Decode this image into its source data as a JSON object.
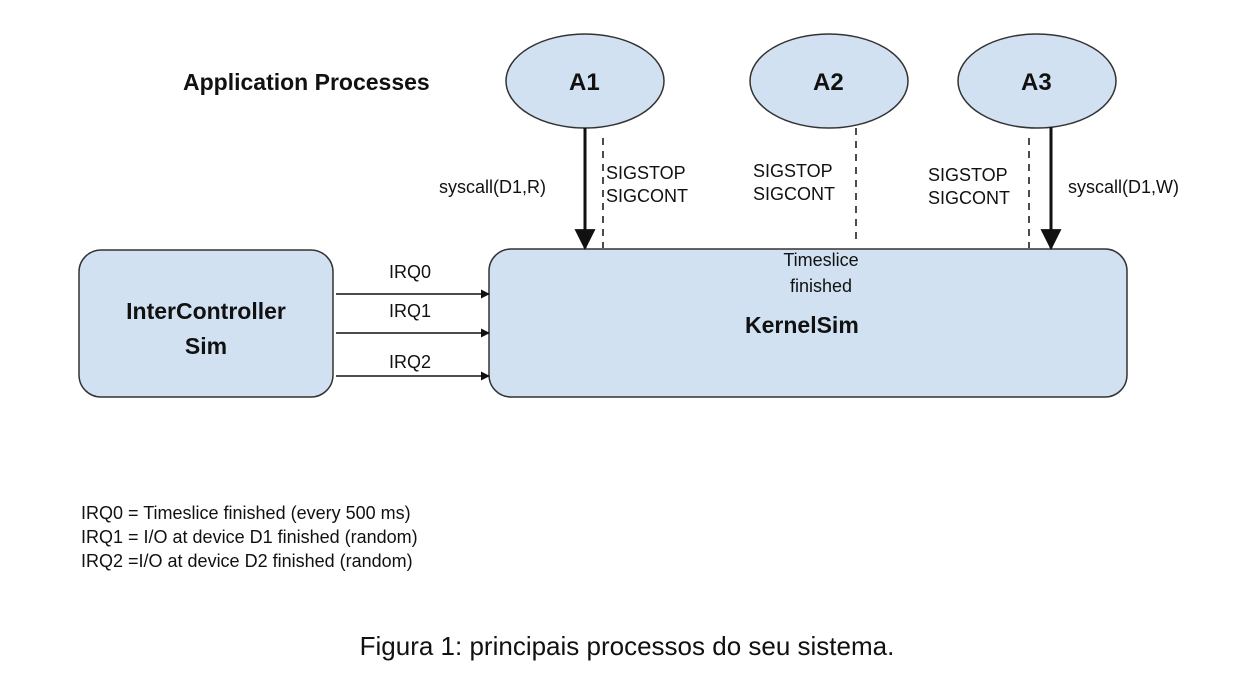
{
  "diagram": {
    "section_label": "Application Processes",
    "processes": [
      {
        "id": "A1",
        "label": "A1"
      },
      {
        "id": "A2",
        "label": "A2"
      },
      {
        "id": "A3",
        "label": "A3"
      }
    ],
    "controller": {
      "line1": "InterController",
      "line2": "Sim"
    },
    "kernel": {
      "label": "KernelSim"
    },
    "edges": {
      "a1_syscall": "syscall(D1,R)",
      "a1_signals": [
        "SIGSTOP",
        "SIGCONT"
      ],
      "a2_signals": [
        "SIGSTOP",
        "SIGCONT"
      ],
      "a3_signals": [
        "SIGSTOP",
        "SIGCONT"
      ],
      "a3_syscall": "syscall(D1,W)",
      "timeslice": [
        "Timeslice",
        "finished"
      ],
      "irqs": [
        "IRQ0",
        "IRQ1",
        "IRQ2"
      ]
    },
    "legend": [
      "IRQ0 = Timeslice finished (every 500 ms)",
      "IRQ1 = I/O at device D1 finished (random)",
      "IRQ2 =I/O at device D2 finished (random)"
    ],
    "caption": "Figura 1: principais processos do seu sistema."
  },
  "colors": {
    "node_fill": "#d1e1f2",
    "node_stroke": "#333333",
    "line": "#111111"
  }
}
